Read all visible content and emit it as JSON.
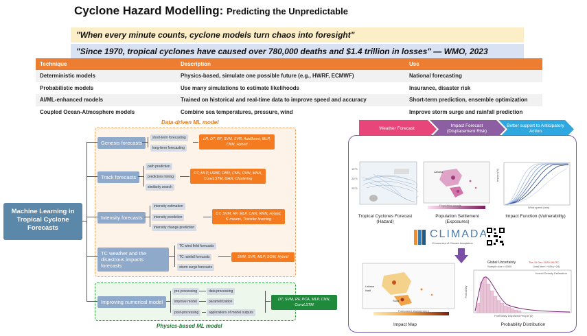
{
  "title": {
    "main": "Cyclone Hazard Modelling:",
    "sub": "Predicting the Unpredictable"
  },
  "quotes": [
    "\"When every minute counts, cyclone models turn chaos into foresight\"",
    "\"Since 1970, tropical cyclones have caused over 780,000 deaths and $1.4 trillion in losses\" — WMO, 2023"
  ],
  "table": {
    "headers": [
      "Technique",
      "Description",
      "Use"
    ],
    "rows": [
      [
        "Deterministic models",
        "Physics-based, simulate one possible future (e.g., HWRF, ECMWF)",
        "National forecasting"
      ],
      [
        "Probabilistic models",
        "Use many simulations to estimate likelihoods",
        "Insurance, disaster risk"
      ],
      [
        "AI/ML-enhanced models",
        "Trained on historical and real-time data to improve speed and accuracy",
        "Short-term prediction, ensemble optimization"
      ],
      [
        "Coupled Ocean-Atmosphere models",
        "Combine sea temperatures, pressure, wind",
        "Improve storm surge and rainfall prediction"
      ]
    ]
  },
  "tree": {
    "root": "Machine Learning in Tropical Cyclone Forecasts",
    "data_driven_label": "Data-driven ML model",
    "physics_label": "Physics-based ML model",
    "genesis": {
      "label": "Genesis forecasts",
      "subs": [
        "short-term forecasting",
        "long-term forecasting"
      ],
      "methods": "LR,  DT,  RF,  SVM,  SVR,  AdaBoost, MLP,  CNN, Hybrid"
    },
    "track": {
      "label": "Track forecasts",
      "subs": [
        "path prediction",
        "predictors mining",
        "similarity search"
      ],
      "methods": "DT,  MLP,  HRBF,  DBN,  CNN,  RNN, MNN,  ConvLSTM,  GAN,  Clustering"
    },
    "intensity": {
      "label": "Intensity forecasts",
      "subs": [
        "intensity estimation",
        "intensity prediction",
        "intensity change prediction"
      ],
      "methods": "DT,  SVM,  RF,  MLP,  CNN,  RNN, Hybrid,  K-means,  Transfer learning"
    },
    "tcweather": {
      "label": "TC weather and the disastrous impacts forecasts",
      "subs": [
        "TC wind field forecasts",
        "TC rainfall forecasts",
        "storm surge forecasts"
      ],
      "methods": "SVM,  SVR,  MLP,  SOM,  Hybrid"
    },
    "numerical": {
      "label": "Improving numerical model",
      "subs_left": [
        "pre-processing",
        "improve model",
        "post-processing"
      ],
      "subs_right": [
        "data processing",
        "parametrization",
        "applications of model outputs"
      ],
      "methods": "DT,  SVM,  RF,  PCA,  MLP,  CNN, ConvLSTM"
    }
  },
  "chevrons": [
    "Weather Forecast",
    "Impact Forecast (Displacement Risk)",
    "Better support to Anticipatory Action"
  ],
  "panels": {
    "hazard": "Tropical Cyclones Forecast (Hazard)",
    "exposure": "Population Settlement (Exposures)",
    "vulnerability": "Impact Function (Vulnerability)",
    "climada_name": "CLIMADA",
    "climada_tag": "Economics of Climate Adaptation",
    "impact_map": "Impact Map",
    "probability": "Probability Distribution",
    "uncertainty_title": "Global Uncertainty",
    "sample_size": "Sample size = 6000",
    "date_label": "Tue 15 Dec 2020 00UTC",
    "lead_time": "Lead time: +48h (+2d)",
    "kde_label": "Kernel Density Estimation",
    "x_axis_prob": "Potentially Displaced People (k)",
    "y_axis_prob": "Probability",
    "x_axis_imp": "Wind speed (m/s)",
    "y_axis_imp": "Impact (%)",
    "forecast_label": "Forecasted displacement",
    "pop_label": "Population counts",
    "map_labels": [
      "Labasa",
      "Nadi",
      "Suva"
    ]
  },
  "colors": {
    "orange": "#ed7d31",
    "chev1": "#e8457a",
    "chev2": "#8e5ea2",
    "chev3": "#2fa8e0",
    "panel_border": "#7c5aa6",
    "root": "#5b87a8"
  }
}
